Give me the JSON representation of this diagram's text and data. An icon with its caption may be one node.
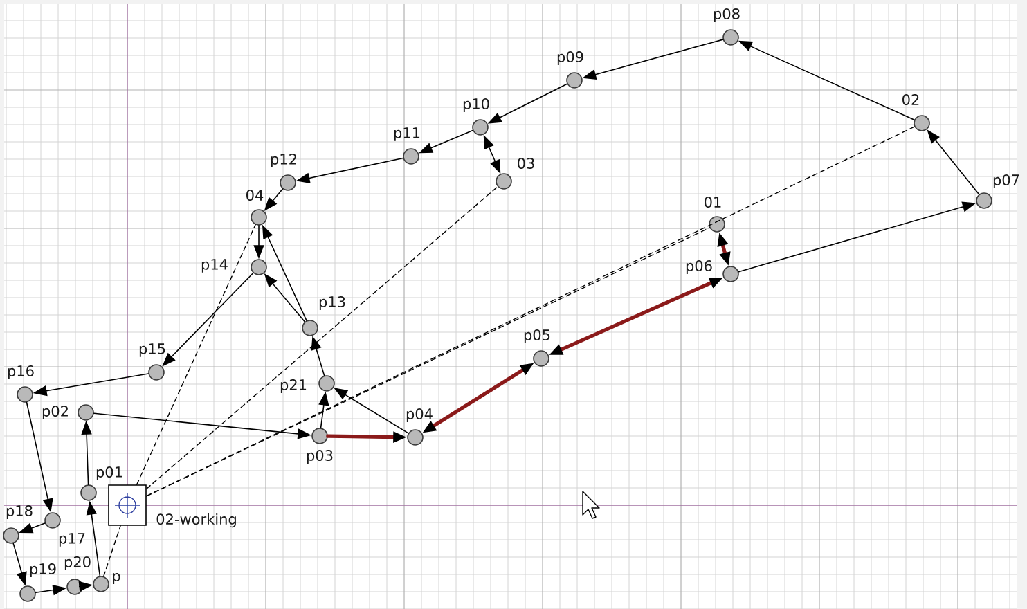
{
  "diagram": {
    "nodes": [
      {
        "text": [
          "p08"
        ]
      },
      {
        "text": [
          "p09"
        ]
      },
      {
        "text": [
          "02"
        ]
      },
      {
        "text": [
          "p10"
        ]
      },
      {
        "text": [
          "p11"
        ]
      },
      {
        "text": [
          "03"
        ]
      },
      {
        "text": [
          "p12"
        ]
      },
      {
        "text": [
          "p07"
        ]
      },
      {
        "text": [
          "04"
        ]
      },
      {
        "text": [
          "01"
        ]
      },
      {
        "text": [
          "p14"
        ]
      },
      {
        "text": [
          "p06"
        ]
      },
      {
        "text": [
          "p13"
        ]
      },
      {
        "text": [
          "p05"
        ]
      },
      {
        "text": [
          "p15"
        ]
      },
      {
        "text": [
          "p21"
        ]
      },
      {
        "text": [
          "p16"
        ]
      },
      {
        "text": [
          "p02"
        ]
      },
      {
        "text": [
          "p03"
        ]
      },
      {
        "text": [
          "p04"
        ]
      },
      {
        "text": [
          "02-working"
        ]
      },
      {
        "text": [
          "p01"
        ]
      },
      {
        "text": [
          "p17"
        ]
      },
      {
        "text": [
          "p18"
        ]
      },
      {
        "text": [
          "p20"
        ]
      },
      {
        "text": [
          "p"
        ]
      },
      {
        "text": [
          "p19"
        ]
      }
    ],
    "edges": [
      {
        "from": 7,
        "to": 2,
        "arrow": "to"
      },
      {
        "from": 2,
        "to": 0,
        "arrow": "to"
      },
      {
        "from": 0,
        "to": 1,
        "arrow": "to"
      },
      {
        "from": 1,
        "to": 3,
        "arrow": "to"
      },
      {
        "from": 5,
        "to": 3,
        "arrow": "both"
      },
      {
        "from": 3,
        "to": 4,
        "arrow": "to"
      },
      {
        "from": 4,
        "to": 6,
        "arrow": "to"
      },
      {
        "from": 6,
        "to": 8,
        "arrow": "to"
      },
      {
        "from": 8,
        "to": 10,
        "arrow": "to"
      },
      {
        "from": 12,
        "to": 8,
        "arrow": "to"
      },
      {
        "from": 12,
        "to": 10,
        "arrow": "to"
      },
      {
        "from": 10,
        "to": 14,
        "arrow": "to"
      },
      {
        "from": 15,
        "to": 12,
        "arrow": "to"
      },
      {
        "from": 18,
        "to": 15,
        "arrow": "to"
      },
      {
        "from": 19,
        "to": 15,
        "arrow": "to"
      },
      {
        "from": 18,
        "to": 19,
        "arrow": "to",
        "style": "thick",
        "color": "#8b1a1a"
      },
      {
        "from": 19,
        "to": 13,
        "arrow": "both",
        "style": "thick",
        "color": "#8b1a1a"
      },
      {
        "from": 13,
        "to": 11,
        "arrow": "both",
        "style": "thick",
        "color": "#8b1a1a"
      },
      {
        "from": 9,
        "to": 11,
        "arrow": "both",
        "style": "thick",
        "color": "#8b1a1a"
      },
      {
        "from": 11,
        "to": 7,
        "arrow": "to"
      },
      {
        "from": 14,
        "to": 16,
        "arrow": "to"
      },
      {
        "from": 16,
        "to": 22,
        "arrow": "to"
      },
      {
        "from": 22,
        "to": 23,
        "arrow": "to"
      },
      {
        "from": 23,
        "to": 26,
        "arrow": "to"
      },
      {
        "from": 26,
        "to": 24,
        "arrow": "to"
      },
      {
        "from": 24,
        "to": 25,
        "arrow": "to"
      },
      {
        "from": 25,
        "to": 21,
        "arrow": "to"
      },
      {
        "from": 21,
        "to": 17,
        "arrow": "to"
      },
      {
        "from": 17,
        "to": 18,
        "arrow": "to"
      },
      {
        "from": 20,
        "to": 9,
        "arrow": "none",
        "style": "dashed"
      },
      {
        "from": 20,
        "to": 2,
        "arrow": "none",
        "style": "dashed"
      },
      {
        "from": 20,
        "to": 5,
        "arrow": "none",
        "style": "dashed"
      },
      {
        "from": 20,
        "to": 8,
        "arrow": "none",
        "style": "dashed"
      },
      {
        "from": 25,
        "to": 20,
        "arrow": "none",
        "style": "dashed"
      }
    ]
  }
}
